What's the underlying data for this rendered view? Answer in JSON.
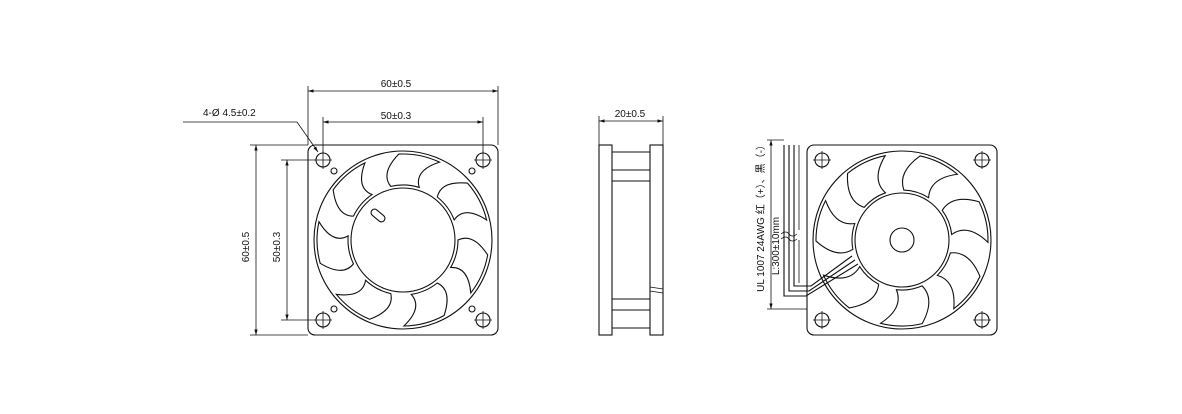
{
  "dimensions": {
    "front_width_outer": "60±0.5",
    "front_width_hole": "50±0.3",
    "front_height_outer": "60±0.5",
    "front_height_hole": "50±0.3",
    "mounting_holes": "4-Ø 4.5±0.2",
    "side_thickness": "20±0.5"
  },
  "wire": {
    "spec": "UL 1007 24AWG 红（+）、黑（-）",
    "length": "L:300±10mm"
  },
  "colors": {
    "line": "#111111",
    "background": "#ffffff"
  }
}
